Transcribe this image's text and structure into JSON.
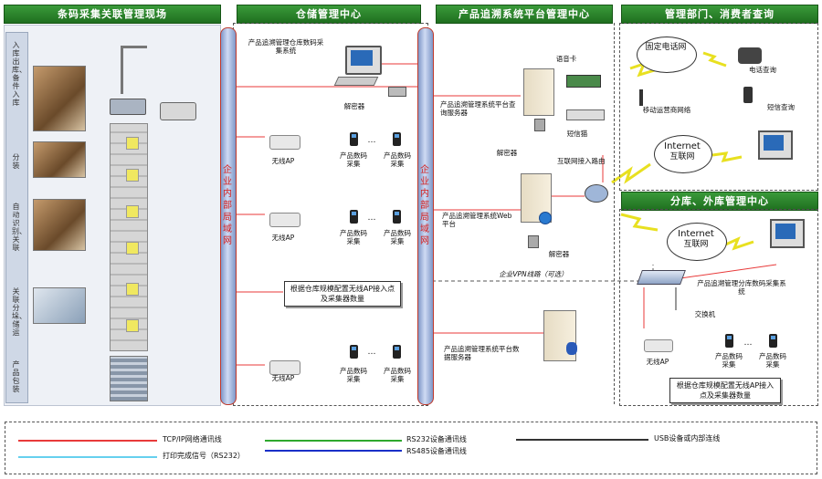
{
  "sections": {
    "s1": "条码采集关联管理现场",
    "s2": "仓储管理中心",
    "s3": "产品追溯系统平台管理中心",
    "s4": "管理部门、消费者查询",
    "s5": "分库、外库管理中心"
  },
  "pipe_label": "企业内部局域网",
  "line_labels": [
    "入库出库、备件入库",
    "分装",
    "自动识别、关联",
    "关联分垛、储运",
    "产品包装"
  ],
  "warehouse": {
    "pc_label": "产品追溯管理仓库数码采集系统",
    "decoder": "解密器",
    "ap": "无线AP",
    "collector": "产品数码采集",
    "dots": "…",
    "note": "根据仓库规模配置无线AP接入点及采集器数量"
  },
  "platform": {
    "voice_card": "语音卡",
    "query_server": "产品追溯管理系统平台查询服务器",
    "sms_cat": "短信猫",
    "decoder": "解密器",
    "router": "互联网接入路由",
    "web_platform": "产品追溯管理系统Web平台",
    "vpn": "企业VPN线路（可选）",
    "db_server": "产品追溯管理系统平台数据服务器"
  },
  "query": {
    "fixed_phone": "固定电话网",
    "phone_query": "电话查询",
    "mobile_net": "移动运营商网络",
    "sms_query": "短信查询",
    "internet1": "Internet",
    "internet1_cn": "互联网"
  },
  "branch": {
    "internet2": "Internet",
    "internet2_cn": "互联网",
    "pc_label": "产品追溯管理分库数码采集系统",
    "switch": "交换机",
    "ap": "无线AP",
    "collector": "产品数码采集",
    "dots": "…",
    "note": "根据仓库规模配置无线AP接入点及采集器数量"
  },
  "legend": {
    "tcp": "TCP/IP网络通讯线",
    "print": "打印完成信号（RS232）",
    "rs232": "RS232设备通讯线",
    "rs485": "RS485设备通讯线",
    "usb": "USB设备或内部连线"
  },
  "colors": {
    "header": "#2a8a2a",
    "tcp": "#e83a3a",
    "print": "#66d0ee",
    "rs485": "#1a30c8",
    "rs232": "#2ea82e",
    "usb": "#333333",
    "lightning": "#e8e020"
  }
}
